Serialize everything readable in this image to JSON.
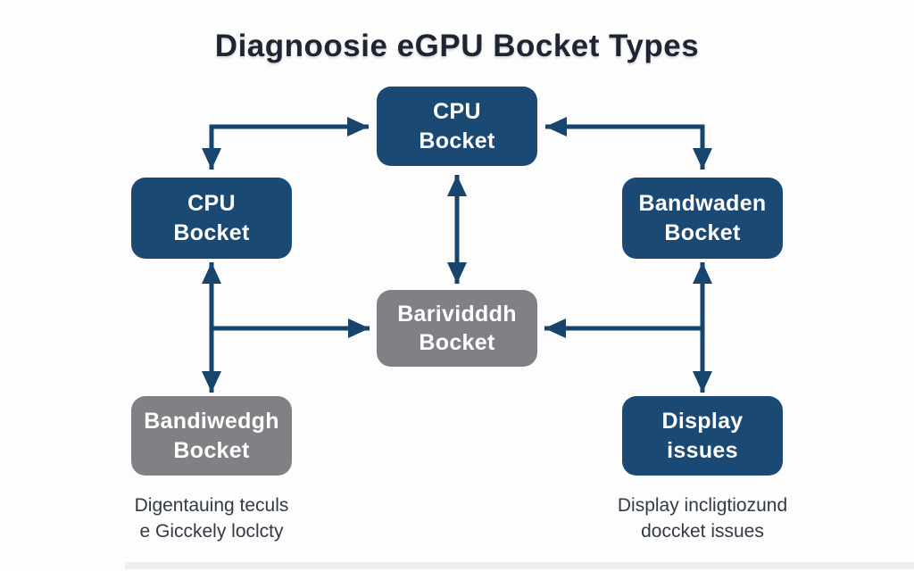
{
  "title": "Diagnoosie eGPU Bocket Types",
  "colors": {
    "background": "#fdfdfd",
    "navy_box": "#1a4a74",
    "gray_box": "#818185",
    "box_text": "#ffffff",
    "arrow": "#17456e",
    "title_text": "#1f2633",
    "caption_text": "#333a45"
  },
  "boxes": [
    {
      "id": "top-center",
      "label": "CPU\nBocket",
      "variant": "navy"
    },
    {
      "id": "mid-left",
      "label": "CPU\nBocket",
      "variant": "navy"
    },
    {
      "id": "mid-right",
      "label": "Bandwaden\nBocket",
      "variant": "navy"
    },
    {
      "id": "center",
      "label": "Barividddh\nBocket",
      "variant": "gray"
    },
    {
      "id": "bottom-left",
      "label": "Bandiwedgh\nBocket",
      "variant": "gray"
    },
    {
      "id": "bottom-right",
      "label": "Display\nissues",
      "variant": "navy"
    }
  ],
  "captions": {
    "left": "Digentauing teculs\ne Gicckely loclcty",
    "right": "Display incligtiozund\ndoccket issues"
  }
}
